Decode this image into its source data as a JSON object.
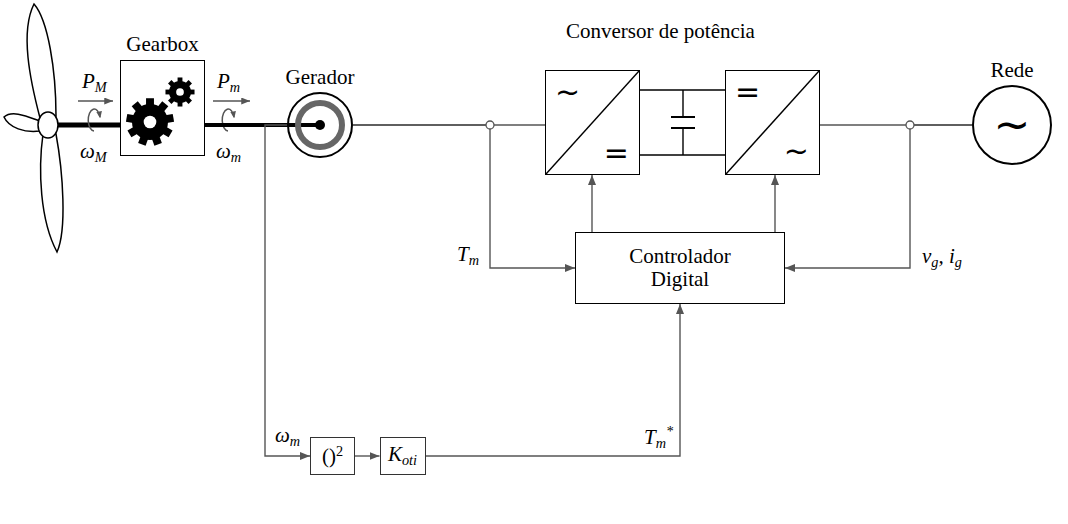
{
  "diagram": {
    "nodes": [
      {
        "text": [
          "Gearbox"
        ]
      },
      {
        "text": [
          "Gerador"
        ]
      },
      {
        "text": [
          "~",
          "="
        ]
      },
      {
        "text": [
          "=",
          "~"
        ]
      },
      {
        "text": [
          "Rede",
          "~"
        ]
      },
      {
        "text": [
          "Controlador Digital"
        ]
      },
      {
        "text": [
          "()2"
        ]
      },
      {
        "text": [
          "Koti"
        ]
      }
    ],
    "edges": [
      {
        "from": 0,
        "to": 1,
        "arrow": "none"
      },
      {
        "from": 1,
        "to": 2,
        "arrow": "none"
      },
      {
        "from": 2,
        "to": 3,
        "arrow": "none"
      },
      {
        "from": 3,
        "to": 4,
        "arrow": "none"
      },
      {
        "from": 1,
        "to": 5,
        "arrow": "to",
        "label": "Tm"
      },
      {
        "from": 4,
        "to": 5,
        "arrow": "to",
        "label": "vg, ig"
      },
      {
        "from": 5,
        "to": 2,
        "arrow": "to"
      },
      {
        "from": 5,
        "to": 3,
        "arrow": "to"
      },
      {
        "from": 1,
        "to": 6,
        "arrow": "to",
        "label": "ωm"
      },
      {
        "from": 6,
        "to": 7,
        "arrow": "to"
      },
      {
        "from": 7,
        "to": 5,
        "arrow": "to",
        "label": "Tm*"
      }
    ],
    "labels": [
      "PM",
      "ωM",
      "Pm",
      "ωm",
      "Conversor de potência"
    ]
  }
}
